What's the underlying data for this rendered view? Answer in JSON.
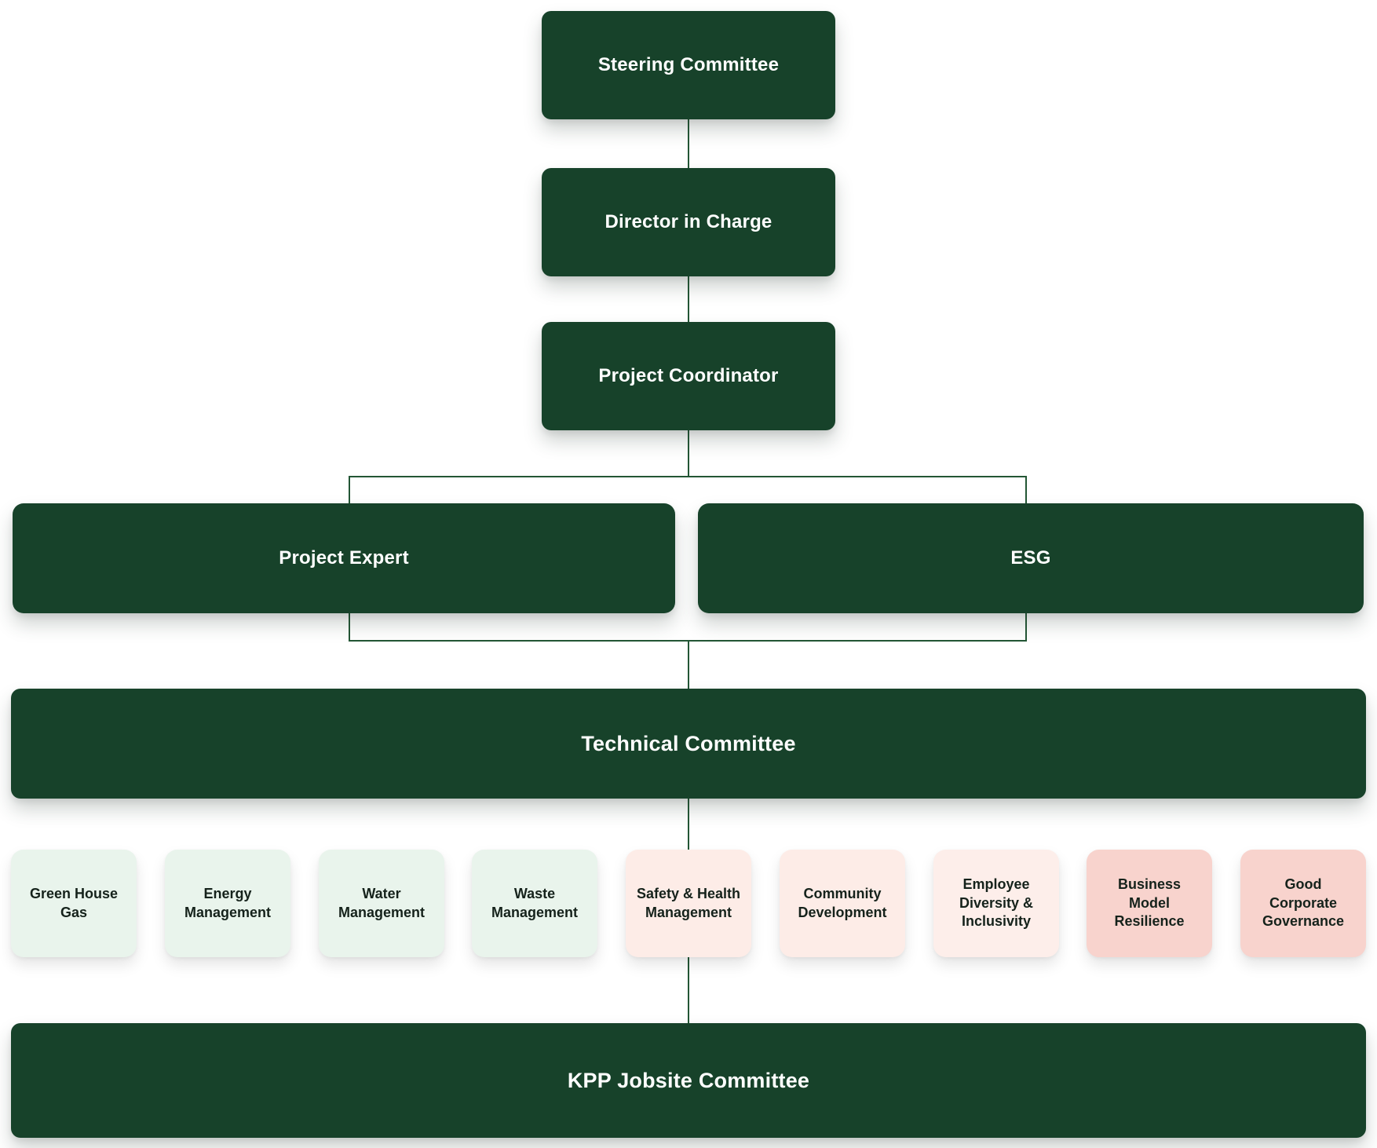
{
  "nodes": {
    "steering": "Steering Committee",
    "director": "Director in Charge",
    "coordinator": "Project Coordinator",
    "project_expert": "Project Expert",
    "esg": "ESG",
    "technical_committee": "Technical Committee",
    "jobsite_committee": "KPP Jobsite Committee"
  },
  "sub_committees": {
    "items": [
      {
        "label": "Green House\nGas",
        "category": "environment"
      },
      {
        "label": "Energy\nManagement",
        "category": "environment"
      },
      {
        "label": "Water\nManagement",
        "category": "environment"
      },
      {
        "label": "Waste\nManagement",
        "category": "environment"
      },
      {
        "label": "Safety & Health\nManagement",
        "category": "social"
      },
      {
        "label": "Community\nDevelopment",
        "category": "social"
      },
      {
        "label": "Employee\nDiversity &\nInclusivity",
        "category": "social"
      },
      {
        "label": "Business Model\nResilience",
        "category": "governance"
      },
      {
        "label": "Good\nCorporate\nGovernance",
        "category": "governance"
      }
    ]
  },
  "colors": {
    "node_dark_green": "#17422a",
    "node_text_light": "#ffffff",
    "sub_green": "#e9f4ec",
    "sub_rose_light": "#fdece7",
    "sub_rose_lighter": "#fdeeea",
    "sub_rose": "#f8d3cd",
    "sub_text_dark": "#15221b",
    "connector_green": "#235635"
  }
}
